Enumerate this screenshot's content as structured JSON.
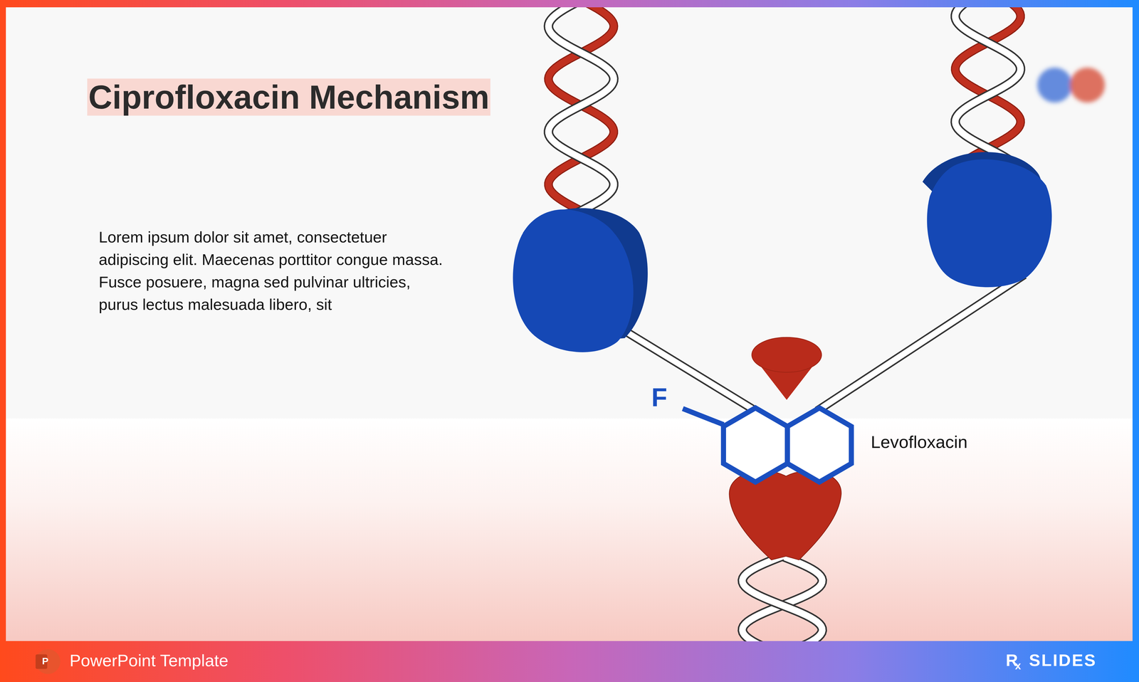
{
  "diagram": {
    "title": "Ciprofloxacin Mechanism",
    "labels": [
      "Lorem ipsum dolor sit amet, consectetuer adipiscing elit. Maecenas porttitor congue massa. Fusce posuere, magna sed pulvinar ultricies, purus lectus malesuada libero, sit",
      "F",
      "Levofloxacin",
      "P",
      "PowerPoint Template",
      "R",
      "x",
      "SLIDES"
    ]
  }
}
